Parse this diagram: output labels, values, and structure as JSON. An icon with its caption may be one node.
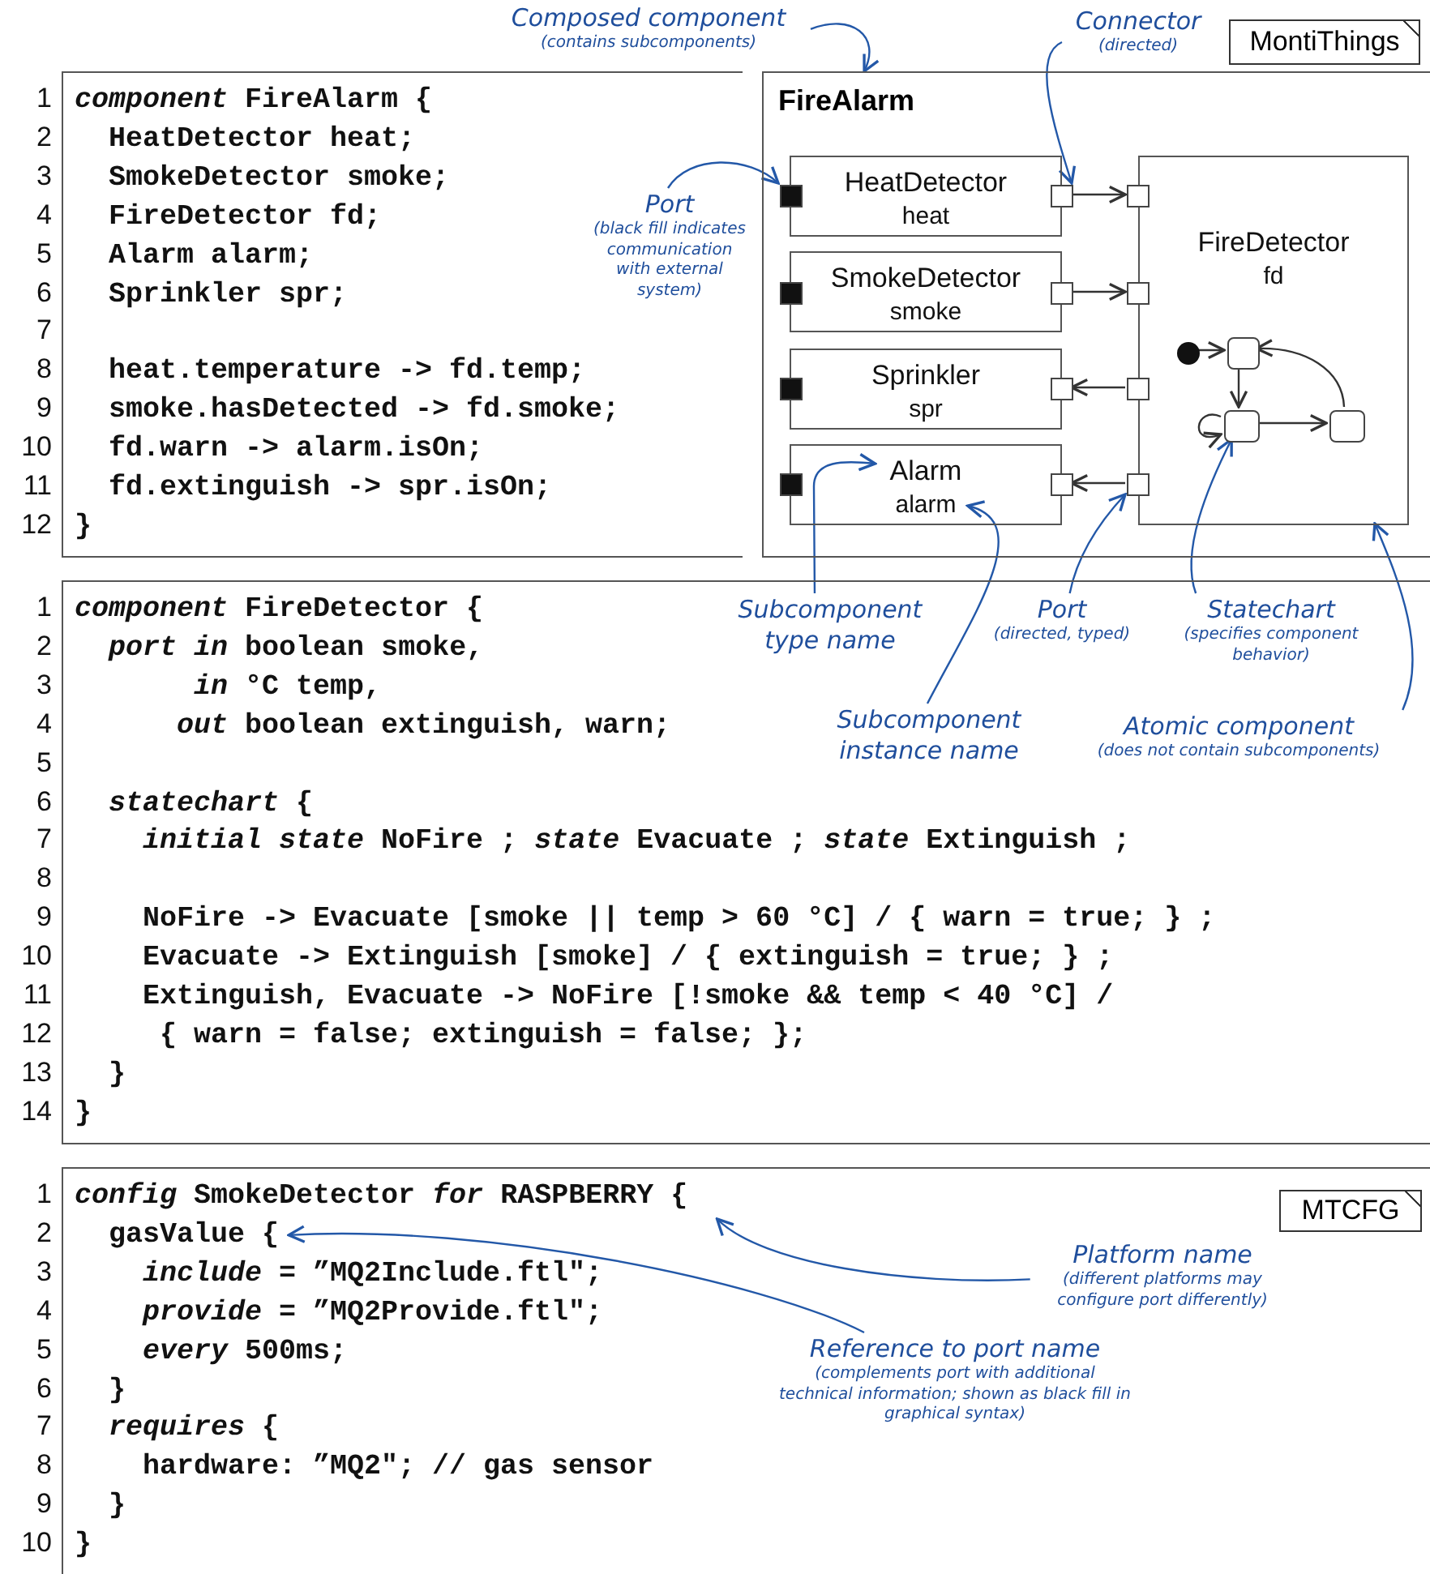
{
  "diagram": {
    "nodes": [
      {
        "text": [
          "Composed component",
          "(contains subcomponents)"
        ]
      },
      {
        "text": [
          "Connector",
          "(directed)"
        ]
      },
      {
        "text": [
          "MontiThings"
        ]
      },
      {
        "text": [
          "*component* FireAlarm {",
          "HeatDetector heat;",
          "SmokeDetector smoke;",
          "FireDetector fd;",
          "Alarm alarm;",
          "Sprinkler spr;",
          "heat.temperature -> fd.temp;",
          "smoke.hasDetected -> fd.smoke;",
          "fd.warn -> alarm.isOn;",
          "fd.extinguish -> spr.isOn;",
          "}"
        ],
        "beside": [
          "1",
          "2",
          "3",
          "4",
          "5",
          "6",
          "7",
          "8",
          "9",
          "10",
          "11",
          "12"
        ]
      },
      {
        "text": [
          "FireAlarm"
        ]
      },
      {
        "text": [
          "Port",
          "(black fill indicates communication with external system)"
        ],
        "in": 3
      },
      {
        "text": [
          "HeatDetector",
          "heat"
        ],
        "in": 4
      },
      {
        "text": [
          "SmokeDetector",
          "smoke"
        ],
        "in": 4
      },
      {
        "text": [
          "Sprinkler",
          "spr"
        ],
        "in": 4
      },
      {
        "text": [
          "Alarm",
          "alarm"
        ],
        "in": 4
      },
      {
        "text": [
          "FireDetector",
          "fd"
        ],
        "in": 4
      },
      {
        "text": [],
        "shape": "box",
        "in": 4
      },
      {
        "text": [],
        "shape": "box",
        "in": 4
      },
      {
        "text": [],
        "shape": "box",
        "in": 4
      },
      {
        "text": [],
        "shape": "box",
        "in": 4
      },
      {
        "text": [],
        "shape": "box",
        "in": 4
      },
      {
        "text": [],
        "shape": "box",
        "in": 4
      },
      {
        "text": [],
        "shape": "box",
        "in": 4
      },
      {
        "text": [],
        "shape": "box",
        "in": 4
      },
      {
        "text": [],
        "shape": "box",
        "in": 4
      },
      {
        "text": [],
        "shape": "box",
        "in": 4
      },
      {
        "text": [],
        "shape": "box",
        "in": 4
      },
      {
        "text": [],
        "shape": "box",
        "in": 4
      },
      {
        "text": [],
        "shape": "circle",
        "in": 10
      },
      {
        "text": [],
        "shape": "box",
        "in": 10
      },
      {
        "text": [],
        "shape": "box",
        "in": 10
      },
      {
        "text": [],
        "shape": "box",
        "in": 10
      },
      {
        "text": [
          "*component* FireDetector {",
          "*port* *in* boolean smoke,",
          "*in* °C temp,",
          "*out* boolean extinguish, warn;",
          "*statechart* {",
          "*initial* *state* NoFire ; *state* Evacuate ; *state* Extinguish ;",
          "NoFire -> Evacuate [smoke || temp > 60 °C] / { warn = true; } ;",
          "Evacuate -> Extinguish [smoke] / { extinguish = true; } ;",
          "Extinguish, Evacuate -> NoFire [!smoke && temp < 40 °C] /",
          "{ warn = false; extinguish = false; };",
          "}",
          "}"
        ],
        "beside": [
          "1",
          "2",
          "3",
          "4",
          "5",
          "6",
          "7",
          "8",
          "9",
          "10",
          "11",
          "12",
          "13",
          "14"
        ]
      },
      {
        "text": [
          "Subcomponent type name"
        ],
        "in": 27
      },
      {
        "text": [
          "Port",
          "(directed, typed)"
        ],
        "in": 27
      },
      {
        "text": [
          "Statechart",
          "(specifies component behavior)"
        ],
        "in": 27
      },
      {
        "text": [
          "Subcomponent instance name"
        ],
        "in": 27
      },
      {
        "text": [
          "Atomic component",
          "(does not contain subcomponents)"
        ],
        "in": 27
      },
      {
        "text": [
          "*config* SmokeDetector *for* RASPBERRY {",
          "gasValue {",
          "*include* = ”MQ2Include.ftl\";",
          "*provide* = ”MQ2Provide.ftl\";",
          "*every* 500ms;",
          "}",
          "*requires* {",
          "hardware: ”MQ2\"; // gas sensor",
          "}",
          "}"
        ],
        "beside": [
          "1",
          "2",
          "3",
          "4",
          "5",
          "6",
          "7",
          "8",
          "9",
          "10"
        ]
      },
      {
        "text": [
          "MTCFG"
        ],
        "in": 33
      },
      {
        "text": [
          "Platform name",
          "(different platforms may configure port differently)"
        ],
        "in": 33
      },
      {
        "text": [
          "Reference to port name",
          "(complements port with additional technical information; shown as black fill in graphical syntax)"
        ],
        "in": 33
      }
    ],
    "edges": [
      {
        "from": 0,
        "to": 4,
        "arrow": "to"
      },
      {
        "from": 1,
        "to": 15,
        "arrow": "to"
      },
      {
        "from": 5,
        "to": 11,
        "arrow": "to"
      },
      {
        "from": 15,
        "to": 19,
        "arrow": "to",
        "color": "#333333"
      },
      {
        "from": 16,
        "to": 20,
        "arrow": "to",
        "color": "#333333"
      },
      {
        "from": 21,
        "to": 17,
        "arrow": "to",
        "color": "#333333"
      },
      {
        "from": 22,
        "to": 18,
        "arrow": "to",
        "color": "#333333"
      },
      {
        "from": 23,
        "to": 24,
        "arrow": "to",
        "color": "#333333"
      },
      {
        "from": 24,
        "to": 25,
        "arrow": "to",
        "color": "#333333"
      },
      {
        "from": 25,
        "to": 25,
        "arrow": "to",
        "color": "#333333"
      },
      {
        "from": 25,
        "to": 26,
        "arrow": "to",
        "color": "#333333"
      },
      {
        "from": 26,
        "to": 24,
        "arrow": "to",
        "color": "#333333"
      },
      {
        "from": 28,
        "to": 9,
        "arrow": "to"
      },
      {
        "from": 29,
        "to": 22,
        "arrow": "to"
      },
      {
        "from": 30,
        "to": 25,
        "arrow": "to"
      },
      {
        "from": 31,
        "to": 9,
        "arrow": "to"
      },
      {
        "from": 32,
        "to": 10,
        "arrow": "to"
      },
      {
        "from": 35,
        "to": 33,
        "arrow": "to"
      },
      {
        "from": 36,
        "to": 33,
        "arrow": "to"
      }
    ]
  }
}
